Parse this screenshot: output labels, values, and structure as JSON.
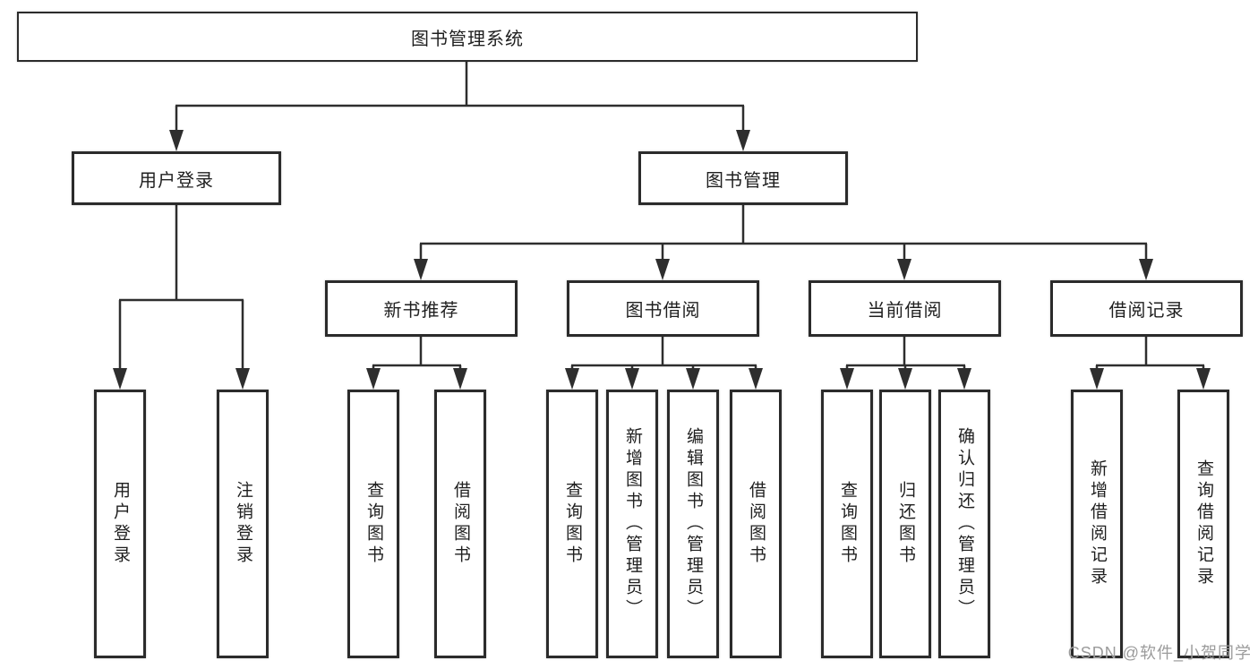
{
  "diagram": {
    "type": "hierarchy-tree",
    "root": {
      "label": "图书管理系统",
      "children": [
        {
          "label": "用户登录",
          "children": [
            {
              "label": "用户登录"
            },
            {
              "label": "注销登录"
            }
          ]
        },
        {
          "label": "图书管理",
          "children": [
            {
              "label": "新书推荐",
              "children": [
                {
                  "label": "查询图书"
                },
                {
                  "label": "借阅图书"
                }
              ]
            },
            {
              "label": "图书借阅",
              "children": [
                {
                  "label": "查询图书"
                },
                {
                  "label": "新增图书（管理员）"
                },
                {
                  "label": "编辑图书（管理员）"
                },
                {
                  "label": "借阅图书"
                }
              ]
            },
            {
              "label": "当前借阅",
              "children": [
                {
                  "label": "查询图书"
                },
                {
                  "label": "归还图书"
                },
                {
                  "label": "确认归还（管理员）"
                }
              ]
            },
            {
              "label": "借阅记录",
              "children": [
                {
                  "label": "新增借阅记录"
                },
                {
                  "label": "查询借阅记录"
                }
              ]
            }
          ]
        }
      ]
    },
    "watermark": "CSDN @软件_小贺同学",
    "colors": {
      "background": "#ffffff",
      "line": "#2e2e2e",
      "box_border": "#2b2b2b",
      "text": "#1f1f1f",
      "watermark_text": "#9b9b9b"
    }
  }
}
